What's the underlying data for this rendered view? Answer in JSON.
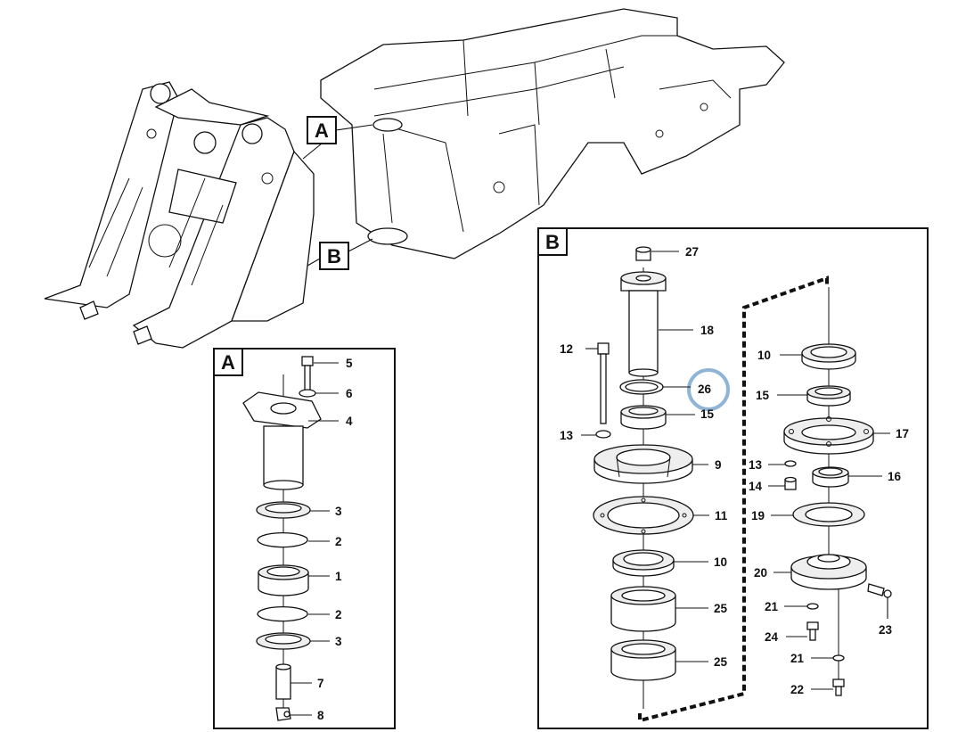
{
  "diagram": {
    "view_markers": {
      "a": "A",
      "b": "B"
    },
    "panel_a": {
      "tag": "A",
      "callouts": [
        "5",
        "6",
        "4",
        "3",
        "2",
        "1",
        "2",
        "3",
        "7",
        "8"
      ]
    },
    "panel_b": {
      "tag": "B",
      "callouts": [
        "27",
        "18",
        "12",
        "26",
        "15",
        "13",
        "9",
        "11",
        "10",
        "25",
        "25",
        "10",
        "15",
        "17",
        "13",
        "16",
        "14",
        "19",
        "20",
        "21",
        "23",
        "24",
        "21",
        "22"
      ]
    },
    "highlight": {
      "target": "26",
      "color": "#8fb4d6"
    }
  }
}
